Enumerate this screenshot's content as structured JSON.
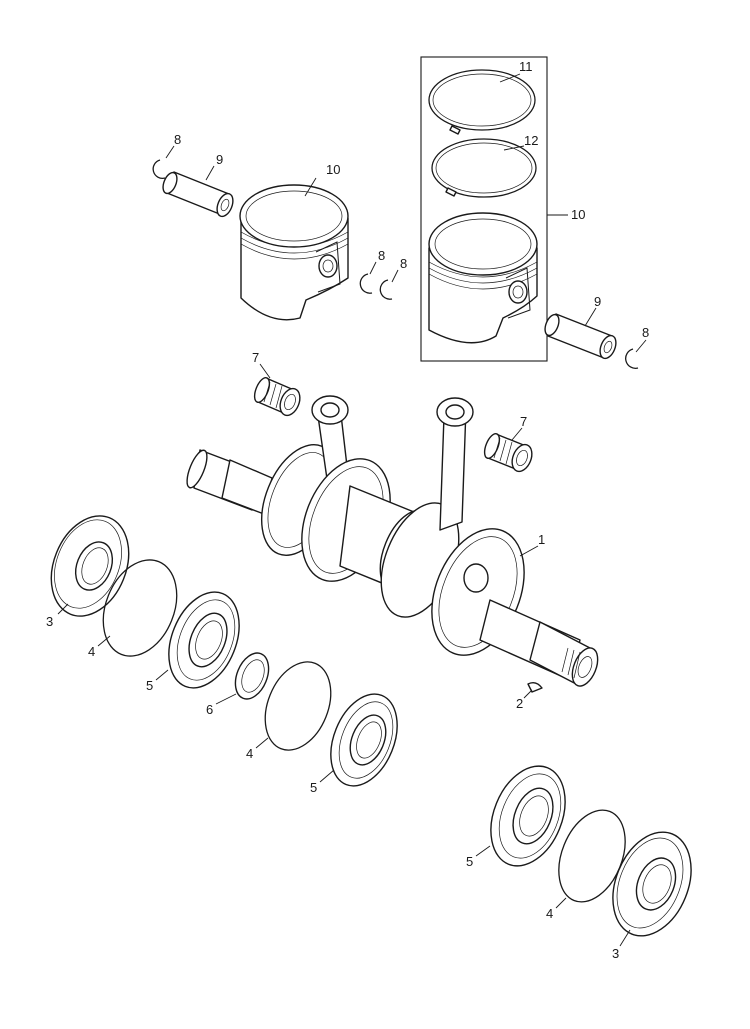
{
  "callouts": {
    "crankshaft": "1",
    "woodruff_key": "2",
    "oil_seal_left": "3",
    "oil_seal_right": "3",
    "o_ring_a": "4",
    "o_ring_b": "4",
    "o_ring_c": "4",
    "bearing_a": "5",
    "bearing_b": "5",
    "bearing_c": "5",
    "spacer": "6",
    "needle_bearing_a": "7",
    "needle_bearing_b": "7",
    "circlip_a": "8",
    "circlip_b": "8",
    "circlip_c": "8",
    "circlip_d": "8",
    "piston_pin_a": "9",
    "piston_pin_b": "9",
    "piston_a": "10",
    "piston_kit": "10",
    "ring_top": "11",
    "ring_second": "12"
  },
  "colors": {
    "line": "#1a1a1a",
    "background": "#ffffff"
  }
}
